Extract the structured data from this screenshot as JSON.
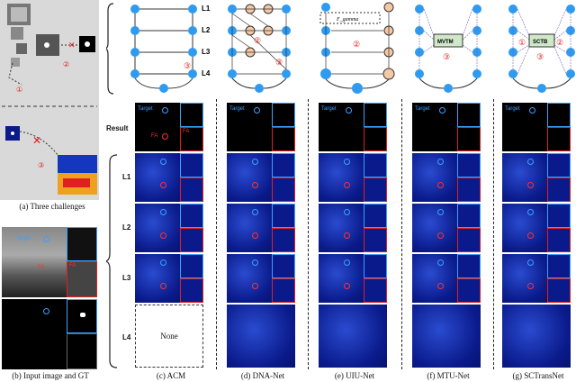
{
  "captions": {
    "a": "(a) Three challenges",
    "b": "(b) Input image and GT",
    "c": "(c) ACM",
    "d": "(d) DNA-Net",
    "e": "(e) UIU-Net",
    "f": "(f) MTU-Net",
    "g": "(g) SCTransNet"
  },
  "rows": [
    "Result",
    "L1",
    "L2",
    "L3",
    "L4"
  ],
  "net_levels": [
    "L1",
    "L2",
    "L3",
    "L4"
  ],
  "labels": {
    "target": "Target",
    "fa": "FA",
    "none": "None",
    "fgamma": "Fɡamma"
  },
  "modules": {
    "mvtm": "MVTM",
    "sctb": "SCTB",
    "fgamma": "Fgamma"
  },
  "markers": [
    "①",
    "②",
    "③"
  ],
  "colors": {
    "node_blue": "#2e9bf0",
    "node_peach": "#f6c9a6",
    "heat_bg": "#0a1a8a",
    "target_blue": "#3aa0ff",
    "fa_red": "#ff3030"
  }
}
